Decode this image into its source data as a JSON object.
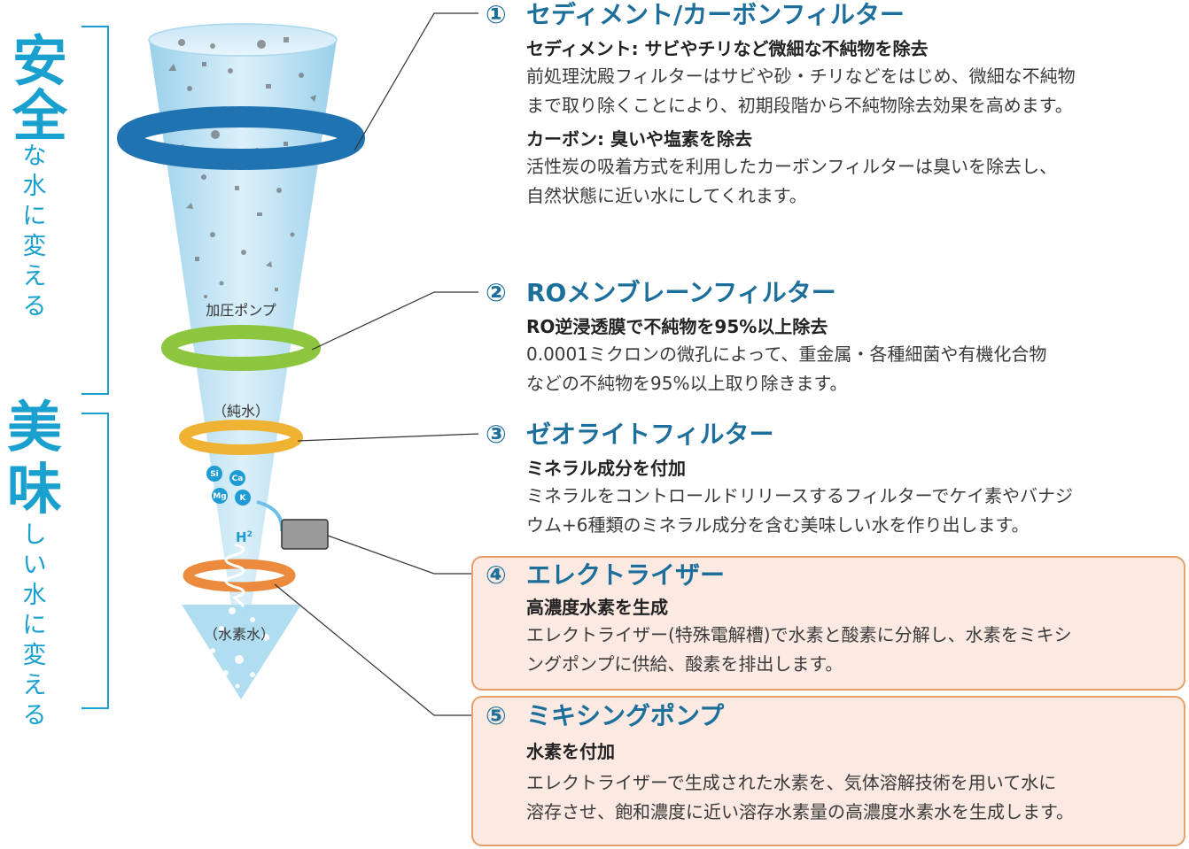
{
  "side_labels": {
    "top": {
      "big": "安全",
      "small": [
        "な",
        "水",
        "に",
        "変",
        "え",
        "る"
      ]
    },
    "bottom": {
      "big": [
        "美",
        "味"
      ],
      "small": [
        "し",
        "い",
        "水",
        "に",
        "変",
        "え",
        "る"
      ]
    }
  },
  "diagram": {
    "pump_label": "加圧ポンプ",
    "pure_water_label": "（純水）",
    "hydrogen_water_label": "（水素水）",
    "h2_label": "H",
    "h2_sup": "2",
    "ions": [
      "Si",
      "Ca",
      "Mg",
      "K"
    ]
  },
  "colors": {
    "ring1": "#1f73b0",
    "ring2": "#8cc63f",
    "ring3": "#f0b232",
    "ring4": "#ec8a3e",
    "accent": "#1aa0cf",
    "title": "#1c6e9b",
    "box_bg": "#fbe9e2",
    "box_border": "#e6a068"
  },
  "sections": [
    {
      "num": "①",
      "title": "セディメント/カーボンフィルター",
      "blocks": [
        {
          "sub": "セディメント: サビやチリなど微細な不純物を除去",
          "lines": [
            "前処理沈殿フィルターはサビや砂・チリなどをはじめ、微細な不純物",
            "まで取り除くことにより、初期段階から不純物除去効果を高めます。"
          ]
        },
        {
          "sub": "カーボン: 臭いや塩素を除去",
          "lines": [
            "活性炭の吸着方式を利用したカーボンフィルターは臭いを除去し、",
            "自然状態に近い水にしてくれます。"
          ]
        }
      ]
    },
    {
      "num": "②",
      "title": "ROメンブレーンフィルター",
      "blocks": [
        {
          "sub": "RO逆浸透膜で不純物を95%以上除去",
          "lines": [
            "0.0001ミクロンの微孔によって、重金属・各種細菌や有機化合物",
            "などの不純物を95%以上取り除きます。"
          ]
        }
      ]
    },
    {
      "num": "③",
      "title": "ゼオライトフィルター",
      "blocks": [
        {
          "sub": "ミネラル成分を付加",
          "lines": [
            "ミネラルをコントロールドリリースするフィルターでケイ素やバナジ",
            "ウム+6種類のミネラル成分を含む美味しい水を作り出します。"
          ]
        }
      ]
    },
    {
      "num": "④",
      "title": "エレクトライザー",
      "blocks": [
        {
          "sub": "高濃度水素を生成",
          "lines": [
            "エレクトライザー(特殊電解槽)で水素と酸素に分解し、水素をミキシ",
            "ングポンプに供給、酸素を排出します。"
          ]
        }
      ]
    },
    {
      "num": "⑤",
      "title": "ミキシングポンプ",
      "blocks": [
        {
          "sub": "水素を付加",
          "lines": [
            "エレクトライザーで生成された水素を、気体溶解技術を用いて水に",
            "溶存させ、飽和濃度に近い溶存水素量の高濃度水素水を生成します。"
          ]
        }
      ]
    }
  ]
}
